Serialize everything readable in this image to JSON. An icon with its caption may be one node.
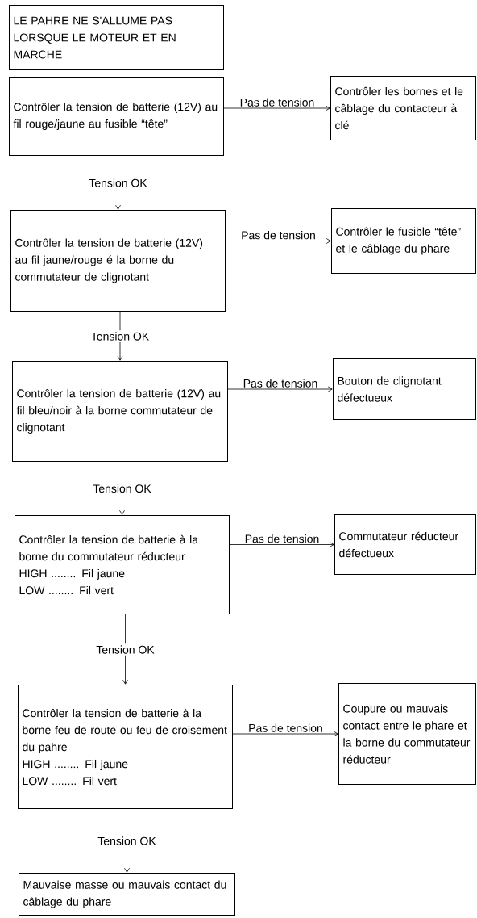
{
  "diagram": {
    "nodes": [
      {
        "text": [
          "LE PAHRE NE S'ALLUME PAS LORSQUE LE MOTEUR ET EN MARCHE"
        ]
      },
      {
        "text": [
          "Contrôler la tension de batterie (12V) au fil rouge/jaune au fusible “tête”"
        ]
      },
      {
        "text": [
          "Contrôler les bornes et le câblage du contacteur à clé"
        ]
      },
      {
        "text": [
          "Contrôler la tension de batterie (12V) au fil jaune/rouge é la borne du commutateur de clignotant"
        ]
      },
      {
        "text": [
          "Contrôler le fusible “tête” et le câblage du phare"
        ]
      },
      {
        "text": [
          "Contrôler la tension de batterie (12V) au fil bleu/noir à la borne commutateur de clignotant"
        ]
      },
      {
        "text": [
          "Bouton de clignotant défectueux"
        ]
      },
      {
        "text": [
          "Contrôler la tension de batterie à la borne du commutateur réducteur",
          "HIGH ........ Fil jaune",
          "LOW ........ Fil vert"
        ]
      },
      {
        "text": [
          "Commutateur réducteur défectueux"
        ]
      },
      {
        "text": [
          "Contrôler la tension de batterie à la borne feu de route ou feu de croisement du pahre",
          "HIGH ........ Fil jaune",
          "LOW ........ Fil vert"
        ]
      },
      {
        "text": [
          "Coupure ou mauvais contact entre le phare et la borne du commutateur réducteur"
        ]
      },
      {
        "text": [
          "Mauvaise masse ou mauvais contact du câblage du phare"
        ]
      }
    ],
    "edges": [
      {
        "from": 1,
        "to": 2,
        "arrow": "to",
        "label": "Pas de tension"
      },
      {
        "from": 1,
        "to": 3,
        "arrow": "to",
        "label": "Tension OK"
      },
      {
        "from": 3,
        "to": 4,
        "arrow": "to",
        "label": "Pas de tension"
      },
      {
        "from": 3,
        "to": 5,
        "arrow": "to",
        "label": "Tension OK"
      },
      {
        "from": 5,
        "to": 6,
        "arrow": "to",
        "label": "Pas de tension"
      },
      {
        "from": 5,
        "to": 7,
        "arrow": "to",
        "label": "Tension OK"
      },
      {
        "from": 7,
        "to": 8,
        "arrow": "to",
        "label": "Pas de tension"
      },
      {
        "from": 7,
        "to": 9,
        "arrow": "to",
        "label": "Tension OK"
      },
      {
        "from": 9,
        "to": 10,
        "arrow": "to",
        "label": "Pas de tension"
      },
      {
        "from": 9,
        "to": 11,
        "arrow": "to",
        "label": "Tension OK"
      }
    ]
  }
}
